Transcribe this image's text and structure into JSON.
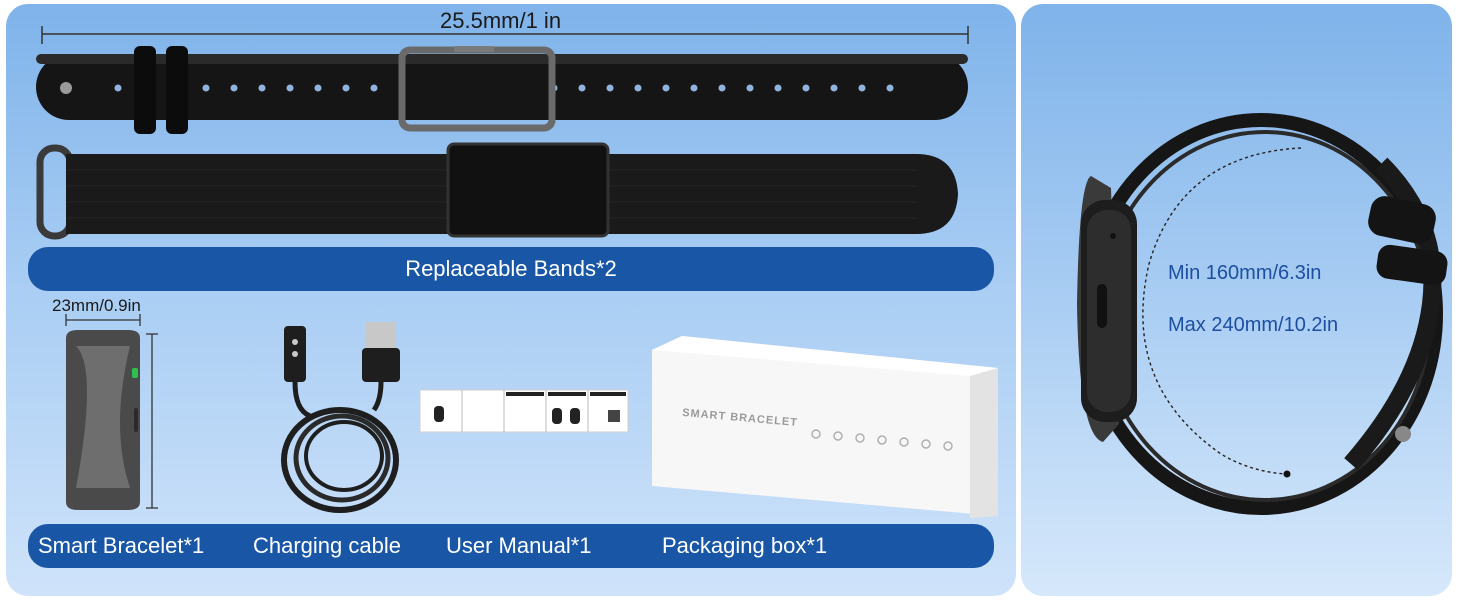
{
  "dimensions": {
    "band_width": "25.5mm/1 in",
    "bracelet_width": "23mm/0.9in"
  },
  "banners": {
    "replaceable_bands": "Replaceable Bands*2"
  },
  "contents": [
    {
      "label": "Smart Bracelet*1"
    },
    {
      "label": "Charging cable"
    },
    {
      "label": "User Manual*1"
    },
    {
      "label": "Packaging box*1"
    }
  ],
  "strap_range": {
    "min": "Min 160mm/6.3in",
    "max": "Max 240mm/10.2in"
  },
  "box": {
    "title": "SMART BRACELET"
  },
  "colors": {
    "banner": "#1957a6",
    "panel": "#a7ccf3",
    "band": "#151515",
    "range_text": "#1c4fa0"
  }
}
